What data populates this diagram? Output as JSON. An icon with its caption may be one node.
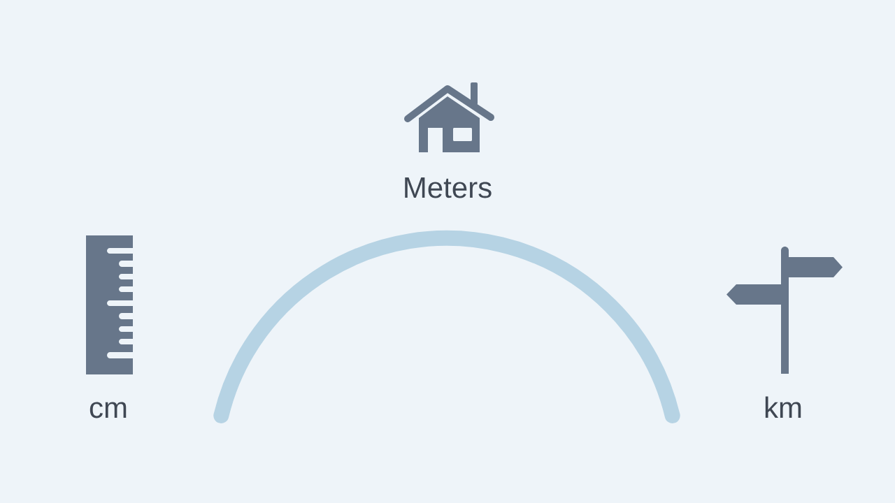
{
  "diagram": {
    "labels": [
      "Meters",
      "cm",
      "km"
    ]
  }
}
